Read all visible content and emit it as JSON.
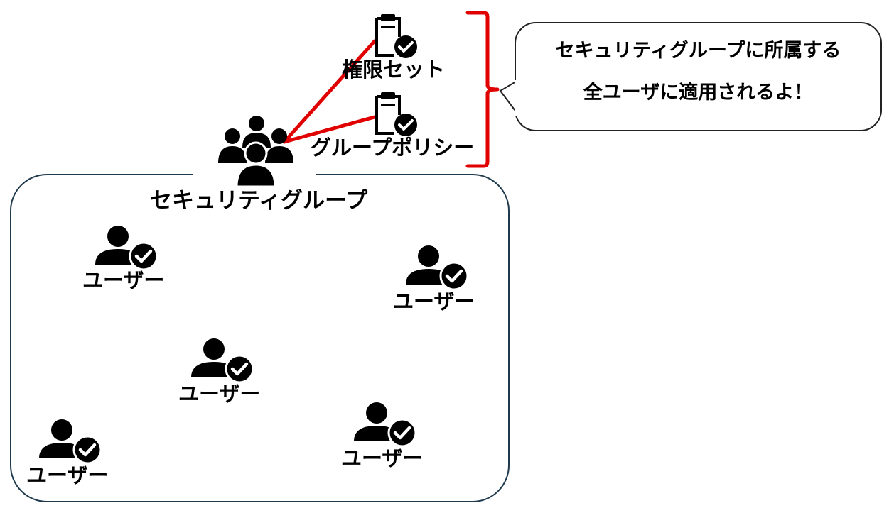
{
  "diagram": {
    "security_group_label": "セキュリティグループ",
    "permission_set_label": "権限セット",
    "group_policy_label": "グループポリシー",
    "callout": {
      "line1": "セキュリティグループに所属する",
      "line2": "全ユーザに適用されるよ！"
    },
    "users": [
      {
        "label": "ユーザー"
      },
      {
        "label": "ユーザー"
      },
      {
        "label": "ユーザー"
      },
      {
        "label": "ユーザー"
      },
      {
        "label": "ユーザー"
      }
    ],
    "colors": {
      "connector": "#e00000",
      "bracket": "#e00000",
      "box_border": "#1f3a4d",
      "icon": "#000000"
    },
    "icons": {
      "group": "group-of-people-icon",
      "permission_set": "clipboard-check-icon",
      "group_policy": "clipboard-check-icon",
      "user": "user-check-icon"
    }
  }
}
